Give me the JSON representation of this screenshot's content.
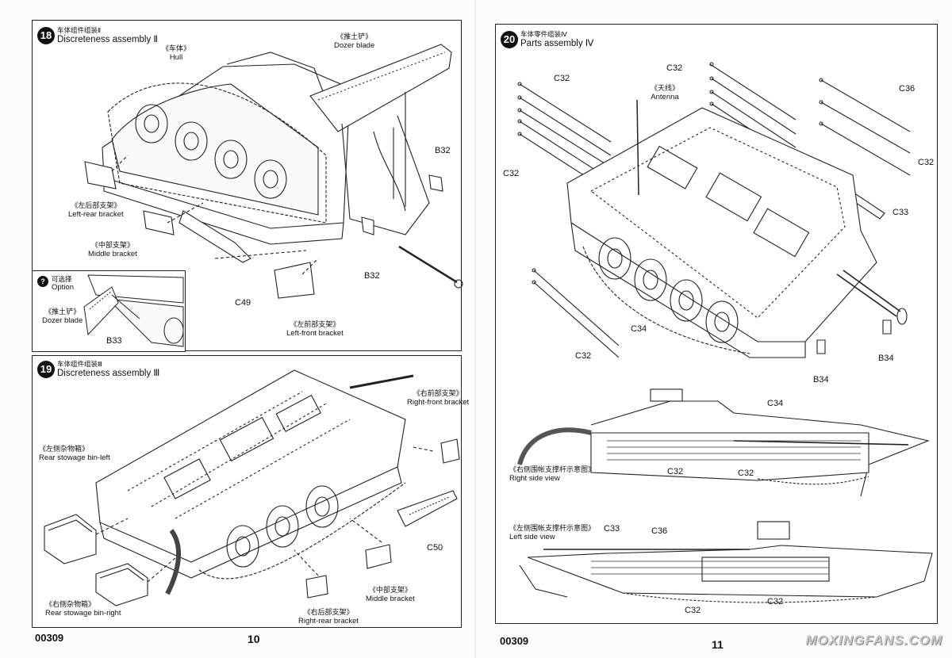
{
  "left_page": {
    "step18": {
      "number": "18",
      "title_cn": "车体组件组装Ⅱ",
      "title_en": "Discreteness assembly Ⅱ",
      "labels": {
        "hull": {
          "cn": "《车体》",
          "en": "Hull"
        },
        "dozer": {
          "cn": "《推土铲》",
          "en": "Dozer blade"
        },
        "left_rear": {
          "cn": "《左后部支架》",
          "en": "Left-rear bracket"
        },
        "middle": {
          "cn": "《中部支架》",
          "en": "Middle bracket"
        },
        "left_front": {
          "cn": "《左前部支架》",
          "en": "Left-front bracket"
        }
      },
      "parts": [
        "B32",
        "B32",
        "C49"
      ],
      "option": {
        "marker": "?",
        "cn": "可选择",
        "en": "Option",
        "dozer_cn": "《推土铲》",
        "dozer_en": "Dozer blade",
        "part": "B33"
      }
    },
    "step19": {
      "number": "19",
      "title_cn": "车体组件组装Ⅲ",
      "title_en": "Discreteness assembly Ⅲ",
      "labels": {
        "right_front": {
          "cn": "《右前部支架》",
          "en": "Right-front bracket"
        },
        "bin_left": {
          "cn": "《左侧杂物箱》",
          "en": "Rear stowage bin-left"
        },
        "bin_right": {
          "cn": "《右侧杂物箱》",
          "en": "Rear stowage bin-right"
        },
        "middle": {
          "cn": "《中部支架》",
          "en": "Middle bracket"
        },
        "right_rear": {
          "cn": "《右后部支架》",
          "en": "Right-rear bracket"
        }
      },
      "parts": [
        "C50"
      ]
    },
    "footer_code": "00309",
    "page_number": "10"
  },
  "right_page": {
    "step20": {
      "number": "20",
      "title_cn": "车体零件组装Ⅳ",
      "title_en": "Parts assembly Ⅳ",
      "antenna": {
        "cn": "《天线》",
        "en": "Antenna"
      },
      "parts": [
        "C32",
        "C32",
        "C32",
        "C36",
        "C32",
        "C33",
        "C34",
        "C32",
        "B34",
        "B34"
      ]
    },
    "right_view": {
      "cn": "《右侧围帐支撑杆示意图》",
      "en": "Right side view",
      "parts": [
        "C34",
        "C32",
        "C32"
      ]
    },
    "left_view": {
      "cn": "《左侧围帐支撑杆示意图》",
      "en": "Left side view",
      "parts": [
        "C33",
        "C36",
        "C32",
        "C32"
      ]
    },
    "footer_code": "00309",
    "page_number": "11"
  },
  "watermark": "MOXINGFANS.COM"
}
